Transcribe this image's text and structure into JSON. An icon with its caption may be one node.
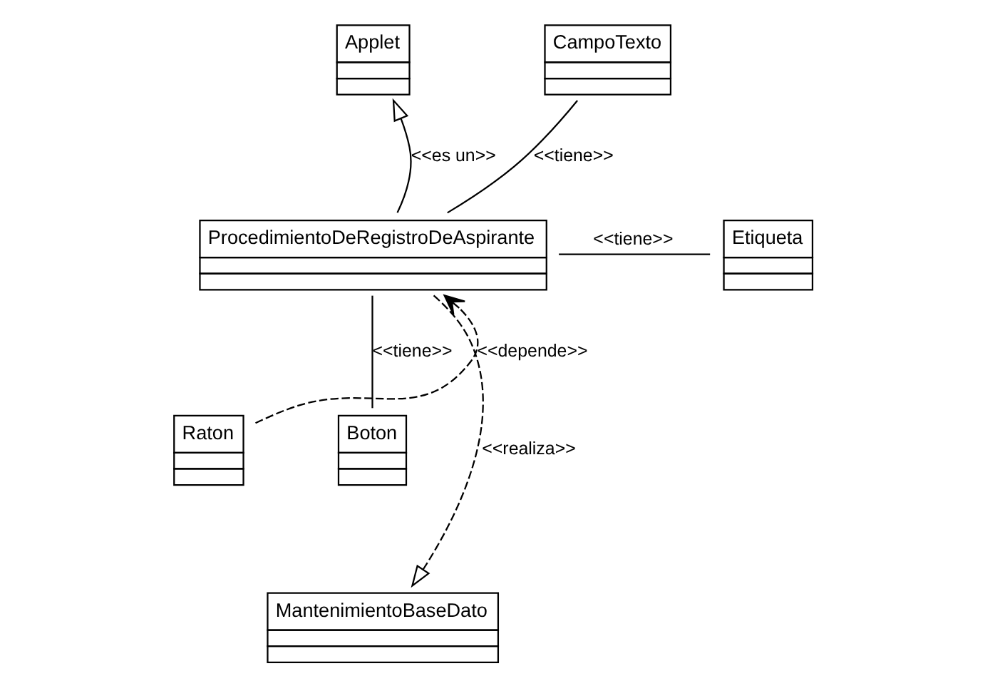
{
  "diagram": {
    "nodes": [
      {
        "text": [
          "Applet"
        ]
      },
      {
        "text": [
          "CampoTexto"
        ]
      },
      {
        "text": [
          "ProcedimientoDeRegistroDeAspirante"
        ]
      },
      {
        "text": [
          "Etiqueta"
        ]
      },
      {
        "text": [
          "Raton"
        ]
      },
      {
        "text": [
          "Boton"
        ]
      },
      {
        "text": [
          "MantenimientoBaseDato"
        ]
      }
    ],
    "edges": [
      {
        "from": 2,
        "to": 0,
        "arrow": "to",
        "label": "<<es un>>"
      },
      {
        "from": 2,
        "to": 1,
        "arrow": "none",
        "label": "<<tiene>>"
      },
      {
        "from": 2,
        "to": 3,
        "arrow": "none",
        "label": "<<tiene>>"
      },
      {
        "from": 4,
        "to": 2,
        "arrow": "to",
        "style": "dashed",
        "label": "<<depende>>"
      },
      {
        "from": 2,
        "to": 5,
        "arrow": "none",
        "label": "<<tiene>>"
      },
      {
        "from": 2,
        "to": 6,
        "arrow": "to",
        "style": "dashed",
        "label": "<<realiza>>"
      }
    ]
  }
}
